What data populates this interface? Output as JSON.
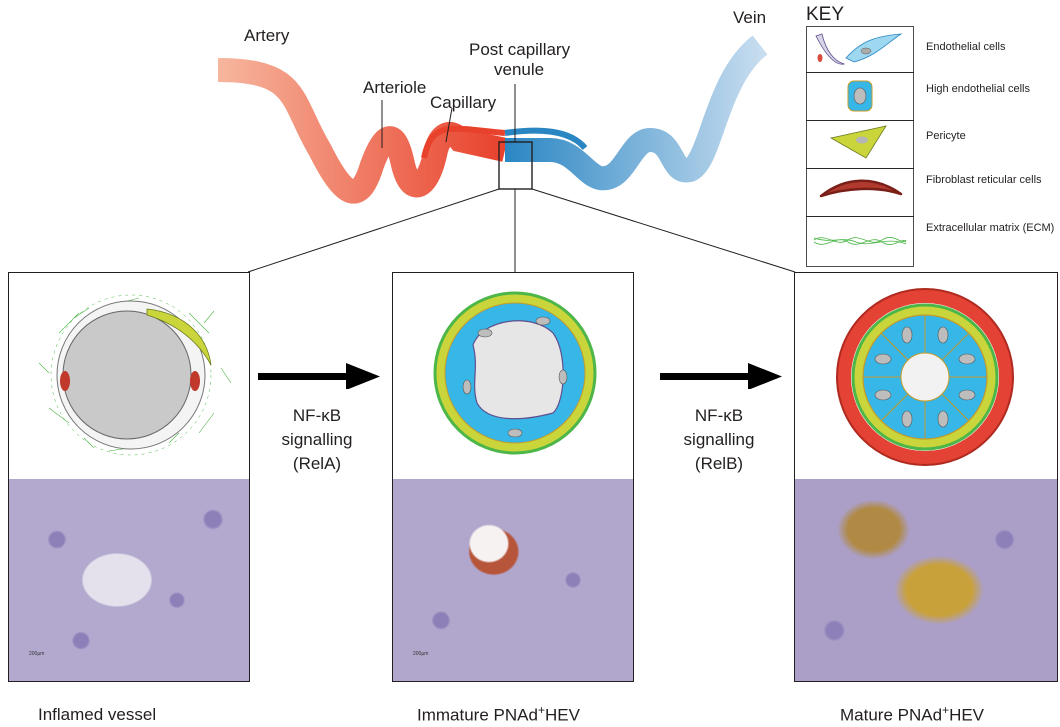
{
  "top": {
    "labels": {
      "artery": "Artery",
      "arteriole": "Arteriole",
      "capillary": "Capillary",
      "post_capillary_venule_line1": "Post capillary",
      "post_capillary_venule_line2": "venule",
      "vein": "Vein"
    }
  },
  "key": {
    "title": "KEY",
    "items": [
      {
        "label": "Endothelial cells",
        "icon": "endothelial-cells-icon"
      },
      {
        "label": "High endothelial cells",
        "icon": "high-endothelial-cell-icon"
      },
      {
        "label": "Pericyte",
        "icon": "pericyte-icon"
      },
      {
        "label": "Fibroblast reticular cells",
        "icon": "fibroblast-reticular-cell-icon"
      },
      {
        "label": "Extracellular matrix (ECM)",
        "icon": "ecm-icon"
      }
    ]
  },
  "transitions": [
    {
      "line1": "NF-κB",
      "line2": "signalling",
      "line3": "(RelA)"
    },
    {
      "line1": "NF-κB",
      "line2": "signalling",
      "line3": "(RelB)"
    }
  ],
  "panels": [
    {
      "caption": "Inflamed vessel",
      "caption_sup": "",
      "caption_rest": "",
      "scale_label": "200µm"
    },
    {
      "caption": "Immature PNAd",
      "caption_sup": "+",
      "caption_rest": "HEV",
      "scale_label": "200µm"
    },
    {
      "caption": "Mature PNAd",
      "caption_sup": "+",
      "caption_rest": "HEV",
      "scale_label": ""
    }
  ],
  "colors": {
    "artery": "#ef7d63",
    "arteriole": "#e8412c",
    "vein": "#a9c9e6",
    "venule": "#2a86c3",
    "pericyte": "#c9d53a",
    "hev_cell": "#36b7e8",
    "frc": "#d9402e",
    "ecm": "#4cb648",
    "tissue": "#a79cc8"
  }
}
